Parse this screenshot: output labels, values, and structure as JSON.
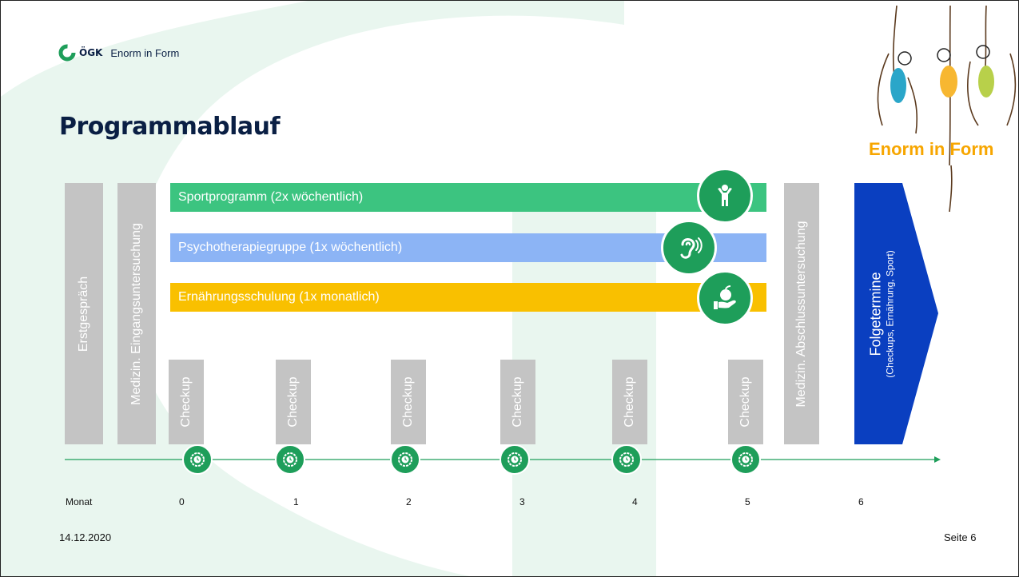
{
  "header": {
    "logo_text": "ÖGK",
    "program_name": "Enorm in Form"
  },
  "title": "Programmablauf",
  "brand_image_text": "Enorm in Form",
  "phases": {
    "erstgespraech": "Erstgespräch",
    "eingangsuntersuchung": "Medizin. Eingangsuntersuchung",
    "abschlussuntersuchung": "Medizin. Abschlussuntersuchung"
  },
  "programs": [
    {
      "label": "Sportprogramm (2x wöchentlich)",
      "color": "#3cc480",
      "icon": "person-exercise-icon"
    },
    {
      "label": "Psychotherapiegruppe (1x wöchentlich)",
      "color": "#8cb4f5",
      "icon": "ear-hearing-icon"
    },
    {
      "label": "Ernährungsschulung (1x monatlich)",
      "color": "#f9c000",
      "icon": "hand-apple-icon"
    }
  ],
  "checkups": [
    "Checkup",
    "Checkup",
    "Checkup",
    "Checkup",
    "Checkup",
    "Checkup"
  ],
  "followup": {
    "title": "Folgetermine",
    "subtitle": "(Checkups, Ernährung, Sport)",
    "color": "#0a3fc0"
  },
  "timeline": {
    "label": "Monat",
    "months": [
      "0",
      "1",
      "2",
      "3",
      "4",
      "5",
      "6"
    ]
  },
  "footer": {
    "date": "14.12.2020",
    "page": "Seite 6"
  },
  "colors": {
    "accent_green": "#1e9e5a",
    "navy": "#0a1f44",
    "bar_gray": "#c4c4c4",
    "bg_mint": "#e9f6ef"
  }
}
